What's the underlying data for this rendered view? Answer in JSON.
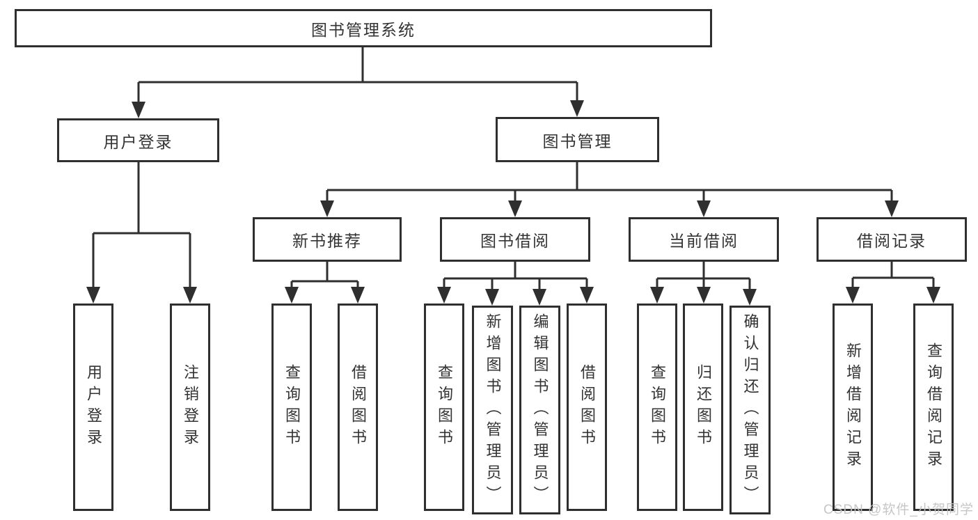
{
  "diagram": {
    "title": "图书管理系统",
    "type": "hierarchy-tree",
    "colors": {
      "line": "#2f2f2f",
      "border": "#2f2f2f",
      "text": "#333333",
      "background": "#ffffff",
      "watermark": "#c3c3c3"
    }
  },
  "nodes": {
    "root": {
      "label": "图书管理系统"
    },
    "user_login": {
      "label": "用户登录"
    },
    "book_mgmt": {
      "label": "图书管理"
    },
    "login": {
      "label": "用户登录"
    },
    "logout": {
      "label": "注销登录"
    },
    "new_book": {
      "label": "新书推荐"
    },
    "borrowing": {
      "label": "图书借阅"
    },
    "current": {
      "label": "当前借阅"
    },
    "records": {
      "label": "借阅记录"
    },
    "nb_query": {
      "label": "查询图书"
    },
    "nb_borrow": {
      "label": "借阅图书"
    },
    "bw_query": {
      "label": "查询图书"
    },
    "bw_add": {
      "label": "新增图书（管理员）"
    },
    "bw_edit": {
      "label": "编辑图书（管理员）"
    },
    "bw_borrow": {
      "label": "借阅图书"
    },
    "cu_query": {
      "label": "查询图书"
    },
    "cu_return": {
      "label": "归还图书"
    },
    "cu_confirm": {
      "label": "确认归还（管理员）"
    },
    "re_add": {
      "label": "新增借阅记录"
    },
    "re_query": {
      "label": "查询借阅记录"
    }
  },
  "hierarchy": {
    "图书管理系统": {
      "用户登录": [
        "用户登录",
        "注销登录"
      ],
      "图书管理": {
        "新书推荐": [
          "查询图书",
          "借阅图书"
        ],
        "图书借阅": [
          "查询图书",
          "新增图书（管理员）",
          "编辑图书（管理员）",
          "借阅图书"
        ],
        "当前借阅": [
          "查询图书",
          "归还图书",
          "确认归还（管理员）"
        ],
        "借阅记录": [
          "新增借阅记录",
          "查询借阅记录"
        ]
      }
    }
  },
  "watermark": {
    "text": "CSDN @软件_小贺同学"
  }
}
